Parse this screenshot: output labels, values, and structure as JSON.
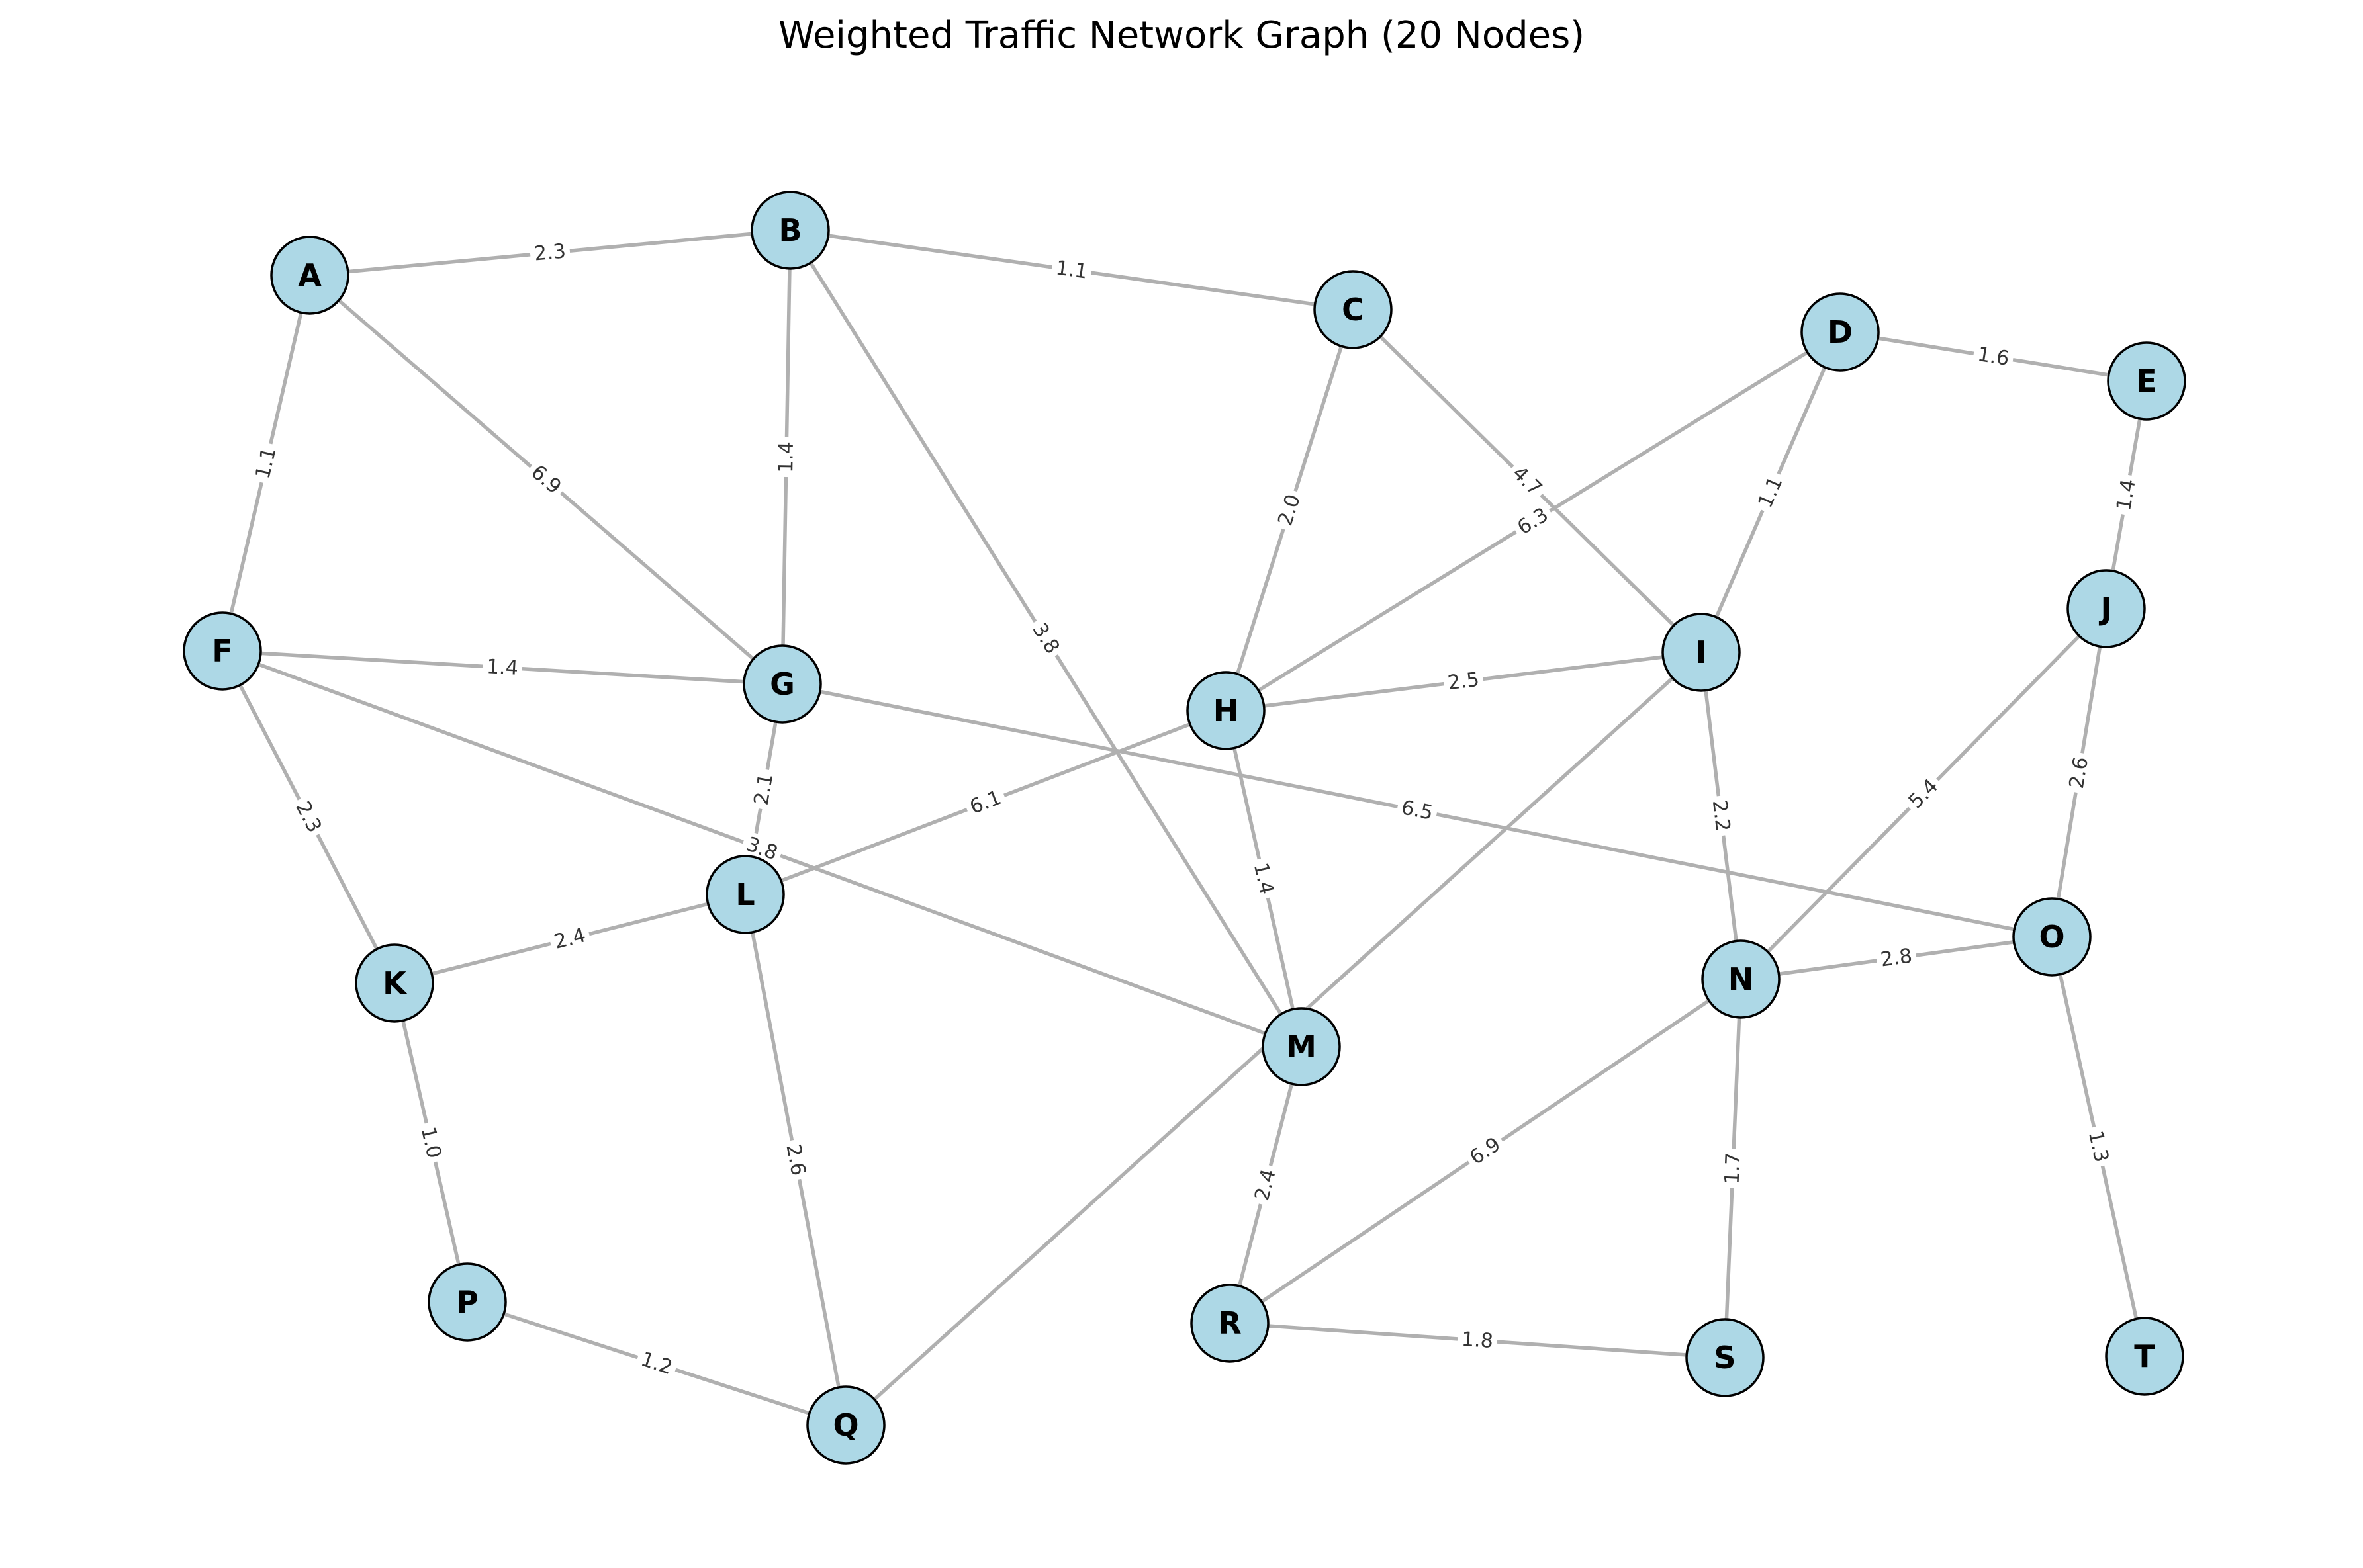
{
  "title": "Weighted Traffic Network Graph (20 Nodes)",
  "colors": {
    "node_fill": "#add8e6",
    "node_stroke": "#000000",
    "edge": "#b0b0b0",
    "edge_label": "#333333"
  },
  "nodes": [
    "A",
    "B",
    "C",
    "D",
    "E",
    "F",
    "G",
    "H",
    "I",
    "J",
    "K",
    "L",
    "M",
    "N",
    "O",
    "P",
    "Q",
    "R",
    "S",
    "T"
  ],
  "edges": [
    {
      "source": "A",
      "target": "B",
      "weight": "2.3"
    },
    {
      "source": "A",
      "target": "F",
      "weight": "1.1"
    },
    {
      "source": "A",
      "target": "G",
      "weight": "6.9"
    },
    {
      "source": "B",
      "target": "C",
      "weight": "1.1"
    },
    {
      "source": "B",
      "target": "G",
      "weight": "1.4"
    },
    {
      "source": "B",
      "target": "M",
      "weight": "3.8"
    },
    {
      "source": "C",
      "target": "H",
      "weight": "2.0"
    },
    {
      "source": "C",
      "target": "I",
      "weight": "4.7"
    },
    {
      "source": "D",
      "target": "E",
      "weight": "1.6"
    },
    {
      "source": "D",
      "target": "I",
      "weight": "1.1"
    },
    {
      "source": "D",
      "target": "H",
      "weight": "6.3"
    },
    {
      "source": "E",
      "target": "J",
      "weight": "1.4"
    },
    {
      "source": "F",
      "target": "G",
      "weight": "1.4"
    },
    {
      "source": "F",
      "target": "K",
      "weight": "2.3"
    },
    {
      "source": "F",
      "target": "M",
      "weight": "3.8"
    },
    {
      "source": "G",
      "target": "L",
      "weight": "2.1"
    },
    {
      "source": "G",
      "target": "O",
      "weight": "6.5"
    },
    {
      "source": "H",
      "target": "I",
      "weight": "2.5"
    },
    {
      "source": "H",
      "target": "L",
      "weight": "6.1"
    },
    {
      "source": "H",
      "target": "M",
      "weight": "1.4"
    },
    {
      "source": "I",
      "target": "N",
      "weight": "2.2"
    },
    {
      "source": "I",
      "target": "Q",
      "weight": ""
    },
    {
      "source": "J",
      "target": "O",
      "weight": "2.6"
    },
    {
      "source": "J",
      "target": "N",
      "weight": "5.4"
    },
    {
      "source": "K",
      "target": "L",
      "weight": "2.4"
    },
    {
      "source": "K",
      "target": "P",
      "weight": "1.0"
    },
    {
      "source": "L",
      "target": "Q",
      "weight": "2.6"
    },
    {
      "source": "M",
      "target": "R",
      "weight": "2.4"
    },
    {
      "source": "N",
      "target": "O",
      "weight": "2.8"
    },
    {
      "source": "N",
      "target": "R",
      "weight": "6.9"
    },
    {
      "source": "N",
      "target": "S",
      "weight": "1.7"
    },
    {
      "source": "O",
      "target": "T",
      "weight": "1.3"
    },
    {
      "source": "P",
      "target": "Q",
      "weight": "1.2"
    },
    {
      "source": "R",
      "target": "S",
      "weight": "1.8"
    }
  ]
}
